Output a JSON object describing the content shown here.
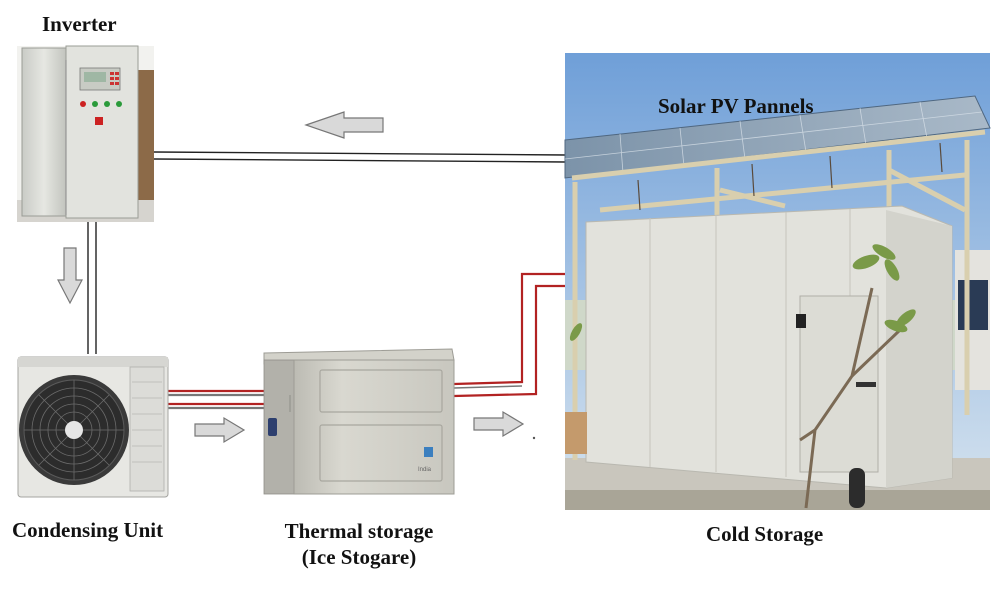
{
  "labels": {
    "inverter": "Inverter",
    "solar_pv": "Solar PV Pannels",
    "condensing_unit": "Condensing Unit",
    "thermal_storage_line1": "Thermal storage",
    "thermal_storage_line2": "(Ice Stogare)",
    "cold_storage": "Cold Storage"
  },
  "colors": {
    "refrigerant_line": "#b22222",
    "power_line": "#222222",
    "arrow_fill": "#d9d9d9",
    "arrow_stroke": "#777777",
    "sky": "#8fb4dd",
    "panel": "#5b7590",
    "cold_room": "#e2e2dc"
  }
}
